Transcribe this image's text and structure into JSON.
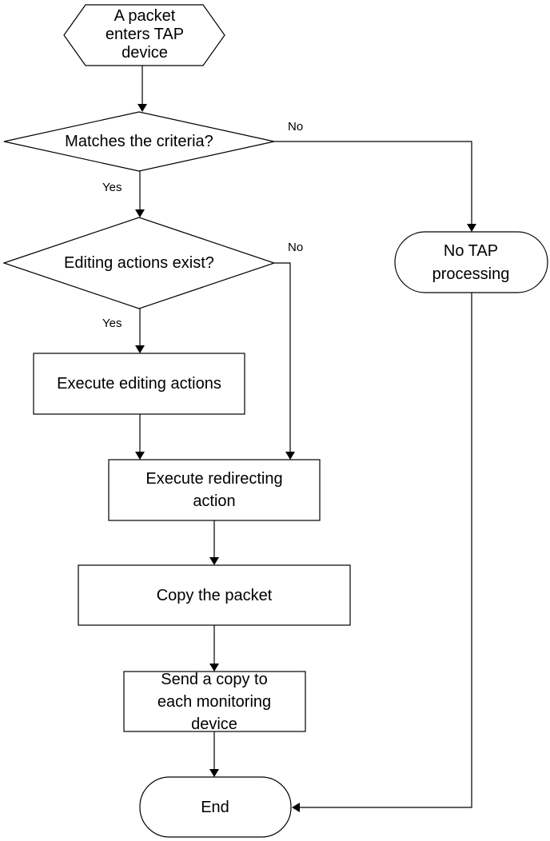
{
  "diagram": {
    "nodes": {
      "start": {
        "lines": [
          "A packet",
          "enters TAP",
          "device"
        ]
      },
      "decision_criteria": {
        "lines": [
          "Matches the criteria?"
        ]
      },
      "decision_editing": {
        "lines": [
          "Editing actions exist?"
        ]
      },
      "no_tap": {
        "lines": [
          "No TAP",
          "processing"
        ]
      },
      "execute_editing": {
        "lines": [
          "Execute editing actions"
        ]
      },
      "execute_redirecting": {
        "lines": [
          "Execute redirecting",
          "action"
        ]
      },
      "copy_packet": {
        "lines": [
          "Copy the packet"
        ]
      },
      "send_copy": {
        "lines": [
          "Send a copy to",
          "each monitoring",
          "device"
        ]
      },
      "end": {
        "lines": [
          "End"
        ]
      }
    },
    "edges": [
      {
        "from": "start",
        "to": "decision_criteria",
        "label": ""
      },
      {
        "from": "decision_criteria",
        "to": "decision_editing",
        "label": "Yes"
      },
      {
        "from": "decision_criteria",
        "to": "no_tap",
        "label": "No"
      },
      {
        "from": "decision_editing",
        "to": "execute_editing",
        "label": "Yes"
      },
      {
        "from": "decision_editing",
        "to": "execute_redirecting",
        "label": "No"
      },
      {
        "from": "execute_editing",
        "to": "execute_redirecting",
        "label": ""
      },
      {
        "from": "execute_redirecting",
        "to": "copy_packet",
        "label": ""
      },
      {
        "from": "copy_packet",
        "to": "send_copy",
        "label": ""
      },
      {
        "from": "send_copy",
        "to": "end",
        "label": ""
      },
      {
        "from": "no_tap",
        "to": "end",
        "label": ""
      }
    ]
  }
}
